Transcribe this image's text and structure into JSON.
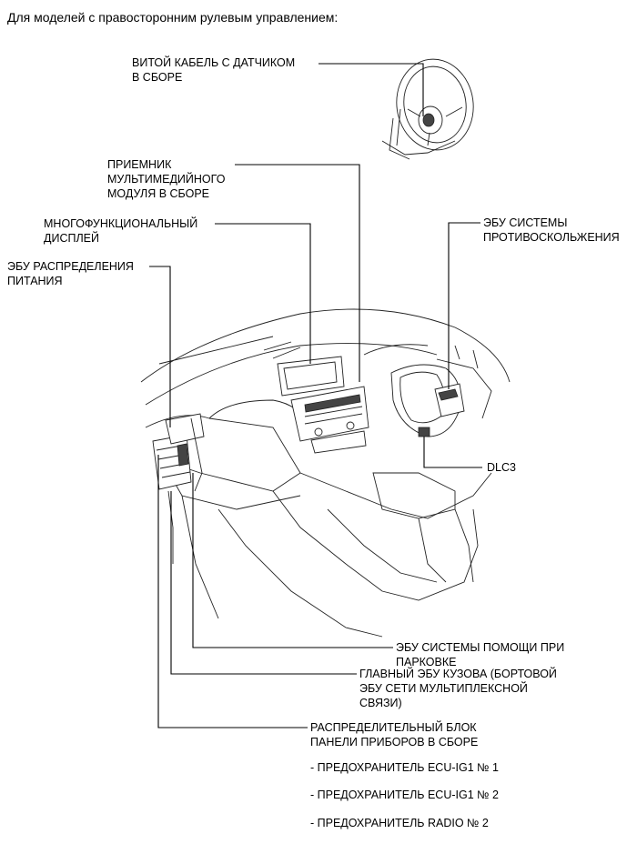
{
  "heading": "Для моделей с правосторонним рулевым управлением:",
  "labels": {
    "spiral_cable": [
      "ВИТОЙ КАБЕЛЬ С ДАТЧИКОМ",
      "В СБОРЕ"
    ],
    "multimedia_receiver": [
      "ПРИЕМНИК",
      "МУЛЬТИМЕДИЙНОГО",
      "МОДУЛЯ В СБОРЕ"
    ],
    "multi_display": [
      "МНОГОФУНКЦИОНАЛЬНЫЙ",
      "ДИСПЛЕЙ"
    ],
    "power_dist_ecu": [
      "ЭБУ РАСПРЕДЕЛЕНИЯ",
      "ПИТАНИЯ"
    ],
    "skid_control_ecu": [
      "ЭБУ СИСТЕМЫ",
      "ПРОТИВОСКОЛЬЖЕНИЯ"
    ],
    "dlc3": [
      "DLC3"
    ],
    "parking_assist_ecu": [
      "ЭБУ СИСТЕМЫ ПОМОЩИ ПРИ",
      "ПАРКОВКЕ"
    ],
    "main_body_ecu": [
      "ГЛАВНЫЙ ЭБУ КУЗОВА (БОРТОВОЙ",
      "ЭБУ СЕТИ МУЛЬТИПЛЕКСНОЙ",
      "СВЯЗИ)"
    ],
    "junction_block": [
      "РАСПРЕДЕЛИТЕЛЬНЫЙ БЛОК",
      "ПАНЕЛИ ПРИБОРОВ В СБОРЕ"
    ]
  },
  "fuses": [
    "- ПРЕДОХРАНИТЕЛЬ ECU-IG1 № 1",
    "- ПРЕДОХРАНИТЕЛЬ ECU-IG1 № 2",
    "- ПРЕДОХРАНИТЕЛЬ RADIO № 2"
  ]
}
